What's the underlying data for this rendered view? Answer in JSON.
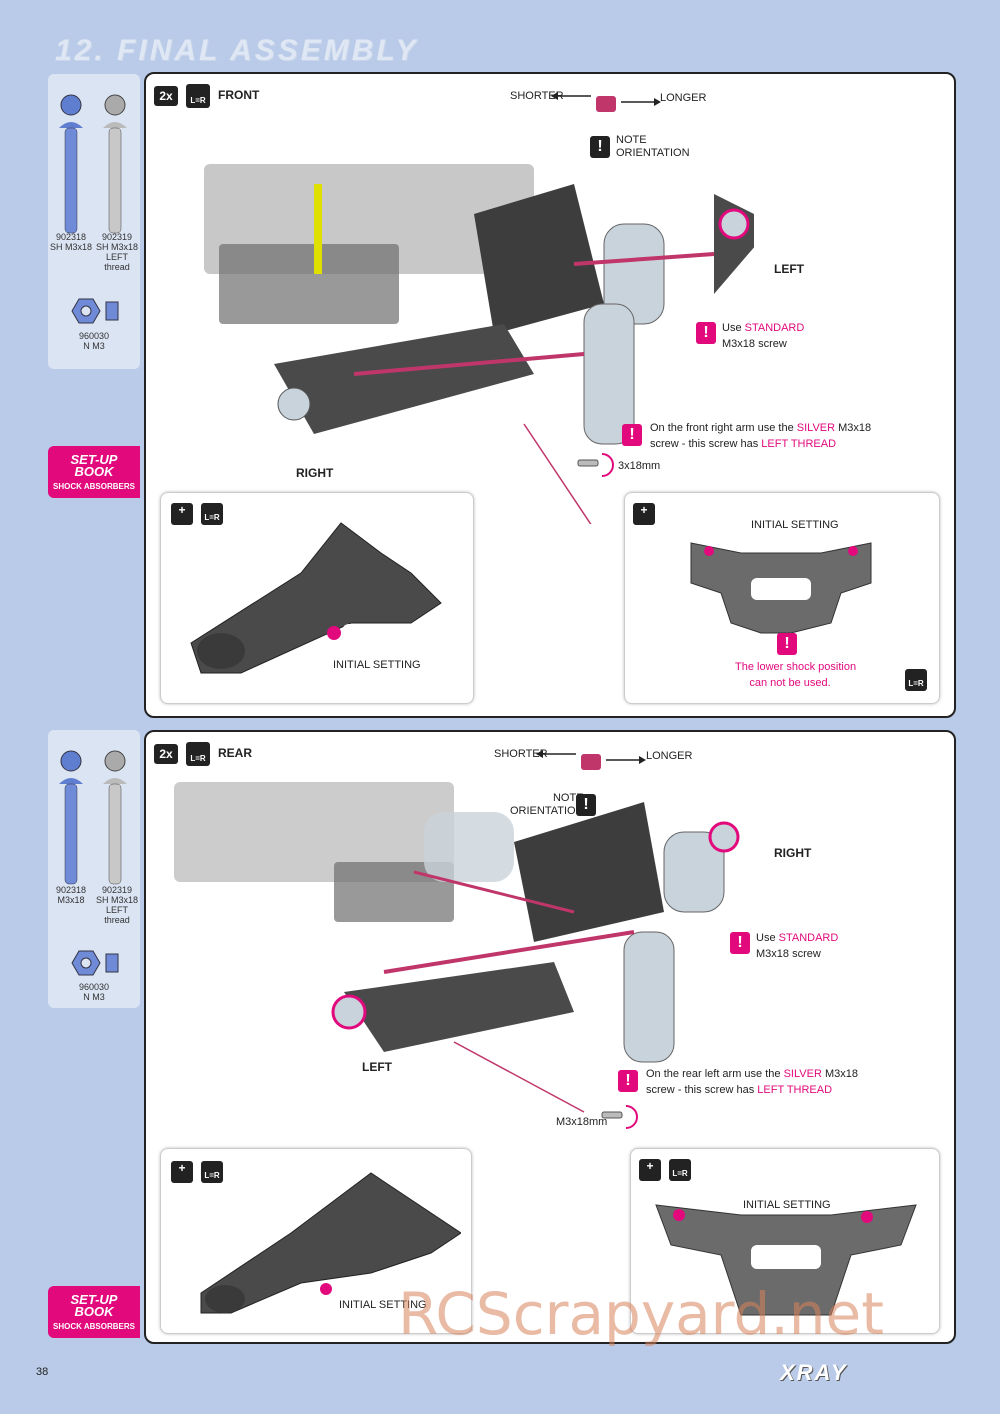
{
  "page_title": "12. FINAL ASSEMBLY",
  "page_number": "38",
  "brand": "XRAY",
  "watermark": "RCScrapyard.net",
  "sections": [
    {
      "parts": [
        {
          "code": "902318",
          "desc": "SH M3x18",
          "desc2": ""
        },
        {
          "code": "902319",
          "desc": "SH M3x18",
          "desc2": "LEFT thread"
        },
        {
          "code": "960030",
          "desc": "N M3",
          "desc2": ""
        }
      ],
      "setup_book": {
        "title1": "SET-UP",
        "title2": "BOOK",
        "subtitle": "SHOCK ABSORBERS"
      },
      "qty": "2x",
      "lr": "L=R",
      "heading": "FRONT",
      "shorter": "SHORTER",
      "longer": "LONGER",
      "note1": "NOTE",
      "note2": "ORIENTATION",
      "side_a": "LEFT",
      "side_b": "RIGHT",
      "use_text": "Use",
      "use_highlight": "STANDARD",
      "use_text2": "M3x18 screw",
      "arm_note_prefix": "On the front right arm use the",
      "arm_note_silver": "SILVER",
      "arm_note_mid": "M3x18",
      "arm_note_line2": "screw - this screw has",
      "arm_note_thread": "LEFT THREAD",
      "screw_label": "3x18mm",
      "detail_left_setting": "INITIAL SETTING",
      "detail_right_setting": "INITIAL SETTING",
      "detail_warning_1": "The lower shock position",
      "detail_warning_2": "can not be used."
    },
    {
      "parts": [
        {
          "code": "902318",
          "desc": "M3x18",
          "desc2": ""
        },
        {
          "code": "902319",
          "desc": "SH M3x18",
          "desc2": "LEFT thread"
        },
        {
          "code": "960030",
          "desc": "N M3",
          "desc2": ""
        }
      ],
      "setup_book": {
        "title1": "SET-UP",
        "title2": "BOOK",
        "subtitle": "SHOCK ABSORBERS"
      },
      "qty": "2x",
      "lr": "L=R",
      "heading": "REAR",
      "shorter": "SHORTER",
      "longer": "LONGER",
      "note1": "NOTE",
      "note2": "ORIENTATION",
      "side_a": "RIGHT",
      "side_b": "LEFT",
      "use_text": "Use",
      "use_highlight": "STANDARD",
      "use_text2": "M3x18 screw",
      "arm_note_prefix": "On the rear left arm use the",
      "arm_note_silver": "SILVER",
      "arm_note_mid": "M3x18",
      "arm_note_line2": "screw - this screw has",
      "arm_note_thread": "LEFT THREAD",
      "screw_label": "M3x18mm",
      "detail_left_setting": "INITIAL SETTING",
      "detail_right_setting": "INITIAL SETTING"
    }
  ],
  "colors": {
    "accent": "#e2097d",
    "background": "#b9cbe8",
    "parts_box": "#dbe4f3"
  }
}
